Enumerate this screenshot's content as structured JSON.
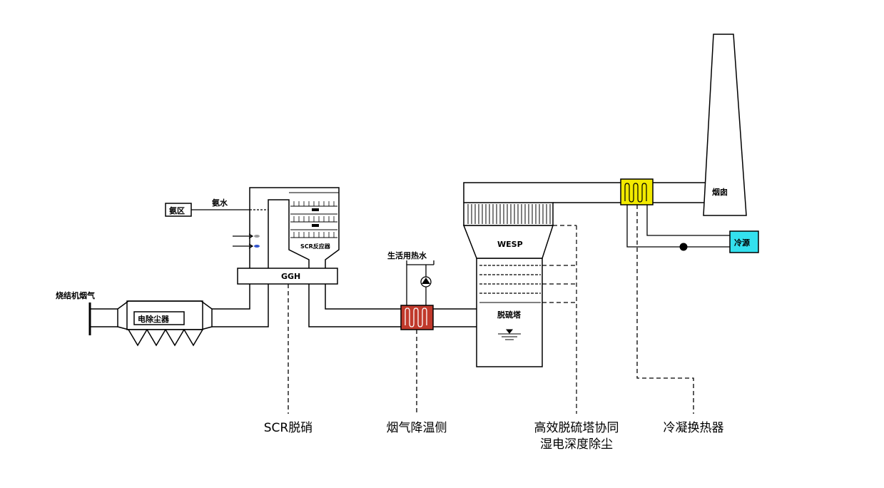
{
  "labels": {
    "sinter_flue_gas": "烧结机烟气",
    "esp": "电除尘器",
    "ammonia_zone": "氨区",
    "ammonia_water": "氨水",
    "ggh": "GGH",
    "scr_reactor": "SCR反应器",
    "domestic_hot_water": "生活用热水",
    "wesp": "WESP",
    "desulfurization_tower": "脱硫塔",
    "chimney": "烟囱",
    "cold_source": "冷源"
  },
  "captions": {
    "scr_denitration": "SCR脱硝",
    "flue_gas_cooling": "烟气降温侧",
    "efficient_desulfurization_line1": "高效脱硫塔协同",
    "efficient_desulfurization_line2": "湿电深度除尘",
    "condensing_heat_exchanger": "冷凝换热器"
  },
  "colors": {
    "line": "#000000",
    "cooling_exchanger_fill": "#c0392b",
    "condensing_exchanger_fill": "#f2ea00",
    "cold_source_fill": "#34e0ee"
  }
}
